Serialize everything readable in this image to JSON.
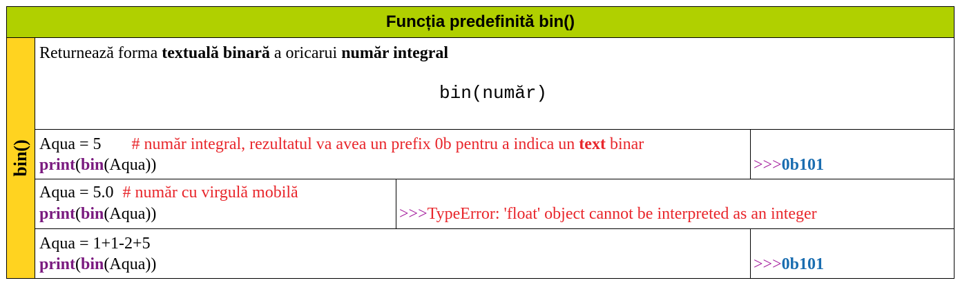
{
  "title": "Funcția predefinită bin()",
  "side_label": "bin()",
  "description": {
    "part1": "Returnează forma ",
    "bold1": "textuală binară",
    "part2": " a oricarui ",
    "bold2": "număr integral",
    "syntax": "bin(număr)"
  },
  "example1": {
    "assign": "Aqua = 5",
    "comment_pre": "# număr integral, rezultatul va avea un prefix 0b pentru a indica un ",
    "comment_bold": "text",
    "comment_post": " binar",
    "print_kw": "print",
    "open1": "(",
    "bin_kw": "bin",
    "arg": "(Aqua))",
    "prompt": ">>>",
    "result": "0b101"
  },
  "example2": {
    "assign": "Aqua = 5.0",
    "comment": "# număr cu virgulă mobilă",
    "print_kw": "print",
    "open1": "(",
    "bin_kw": "bin",
    "arg": "(Aqua))",
    "prompt": ">>>",
    "result": "TypeError: 'float' object cannot be interpreted as an integer"
  },
  "example3": {
    "assign": "Aqua = 1+1-2+5",
    "print_kw": "print",
    "open1": "(",
    "bin_kw": "bin",
    "arg": "(Aqua))",
    "prompt": ">>>",
    "result": "0b101"
  }
}
